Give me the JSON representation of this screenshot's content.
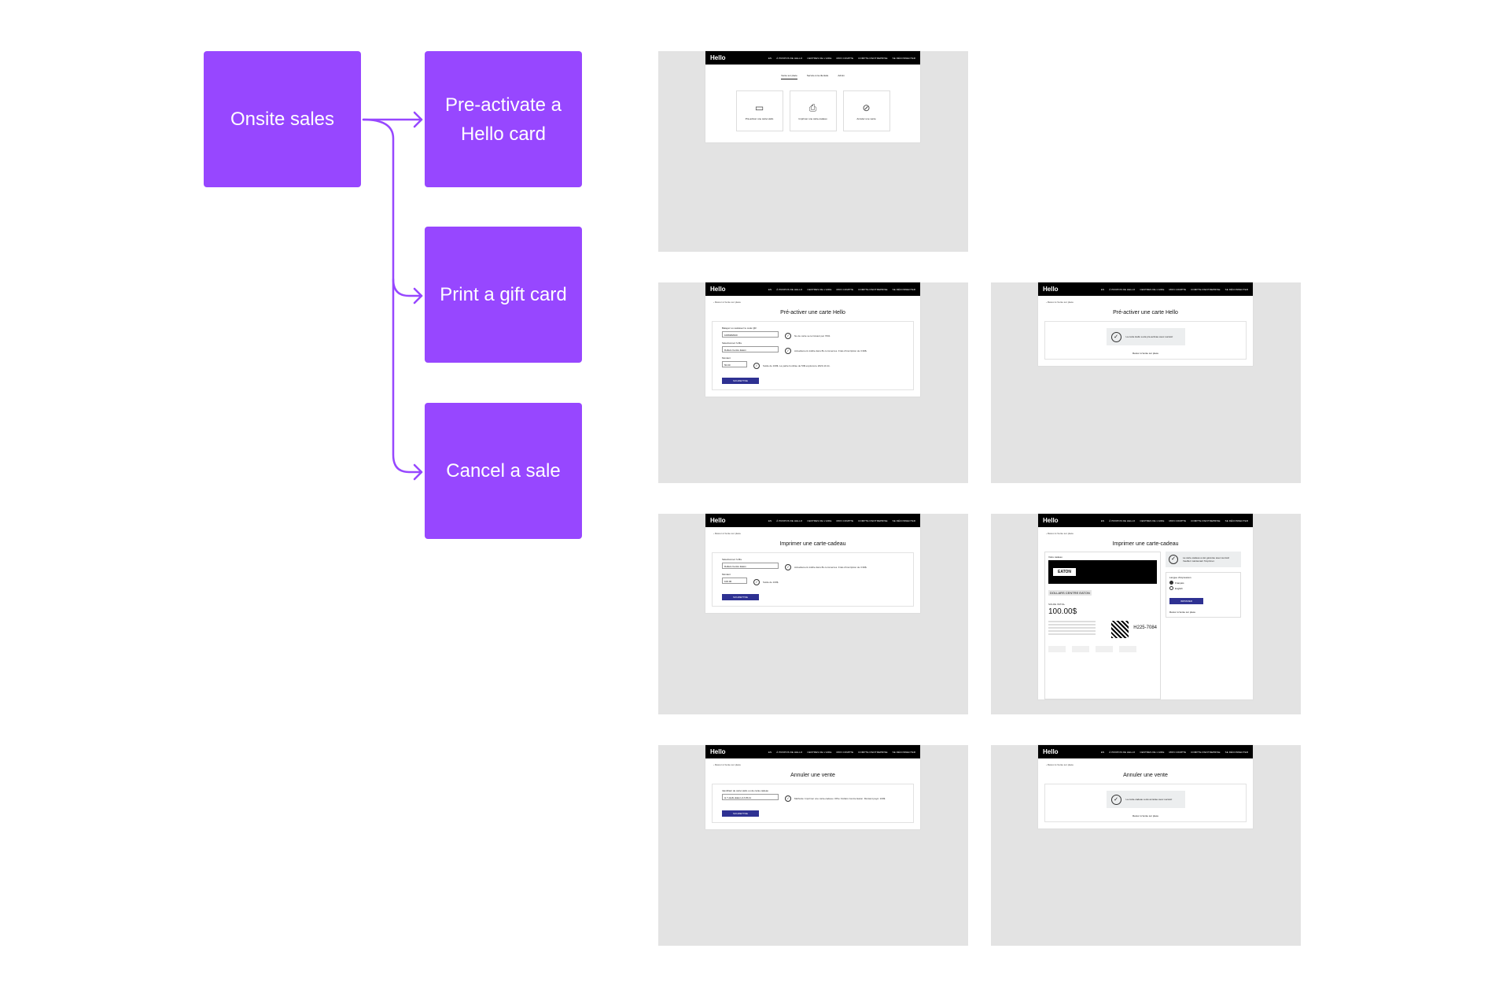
{
  "flow": {
    "root": "Onsite sales",
    "branches": [
      "Pre-activate a Hello card",
      "Print a gift card",
      "Cancel a sale"
    ]
  },
  "nav": {
    "logo": "Hello",
    "items": [
      "EN",
      "À PROPOS DE HELLO",
      "CENTRES DE L'AIDE",
      "MON COMPTE",
      "COMPTE D'ENTREPRISE",
      "SE DÉCONNECTER"
    ]
  },
  "back_link": "Retour à Vente sur place",
  "screens": {
    "home": {
      "tabs": [
        "Vente sur place",
        "Service à la clientèle",
        "Admin"
      ],
      "tiles": [
        "Pré-activer une carte Hello",
        "Imprimer une carte-cadeau",
        "Annuler une vente"
      ]
    },
    "preactivate": {
      "title": "Pré-activer une carte Hello",
      "field1_label": "Balayez ou saisissez le code QR",
      "field1_value": "1066382620",
      "field1_hint": "No de carte se terminant par 7061",
      "field2_label": "Sélectionnez l'offre",
      "field2_value": "Dollars Centre Eaton",
      "field2_hint": "Actuellement visible dans 8k commerces. Frais d'inscription de 3.99$.",
      "field3_label": "Montant",
      "field3_value": "50.00",
      "field3_hint": "Solde de 100$. La partie bonifiée de 50$ expirera le 2023-10-11.",
      "button": "SOUMETTRE"
    },
    "preactivate_done": {
      "title": "Pré-activer une carte Hello",
      "message": "La carte Hello a été pré-activée avec succès!",
      "back": "Retour à Vente sur place"
    },
    "print": {
      "title": "Imprimer une carte-cadeau",
      "field1_label": "Sélectionnez l'offre",
      "field1_value": "Dollars Centre Eaton",
      "field1_hint": "Actuellement visible dans 8k commerces. Frais d'inscription de 3.99$.",
      "field2_label": "Montant",
      "field2_value": "100.00",
      "field2_hint": "Solde de 100$.",
      "button": "SOUMETTRE"
    },
    "print_done": {
      "title": "Imprimer une carte-cadeau",
      "card_label": "Votre cadeau",
      "brand": "EATON",
      "store": "DOLLARS CENTRE EATON",
      "amount_label": "SOLDE INITIAL",
      "amount": "100.00$",
      "code": "H225-7084",
      "message": "La carte-cadeau a été générée avec succès! Veuillez maintenant l'imprimer.",
      "lang_label": "Langue d'impression",
      "lang_options": [
        "Français",
        "English"
      ],
      "button": "IMPRIMER",
      "back": "Retour à Vente sur place"
    },
    "cancel": {
      "title": "Annuler une vente",
      "field1_label": "Identifiant de carte Hello ou de carte-cadeau",
      "field1_value": "H-Y-Hello-Eaton-4-6-B-11",
      "field1_hint": "Méthode: Imprimer une carte-cadeau. Offre: Dollars Centre Eaton. Montant payé: 100$",
      "button": "SOUMETTRE"
    },
    "cancel_done": {
      "title": "Annuler une vente",
      "message": "La carte-cadeau a été annulée avec succès!",
      "back": "Retour à Vente sur place"
    }
  },
  "colors": {
    "flow_box": "#9747FF",
    "primary_button": "#2e3192",
    "frame_bg": "#e3e3e3"
  }
}
